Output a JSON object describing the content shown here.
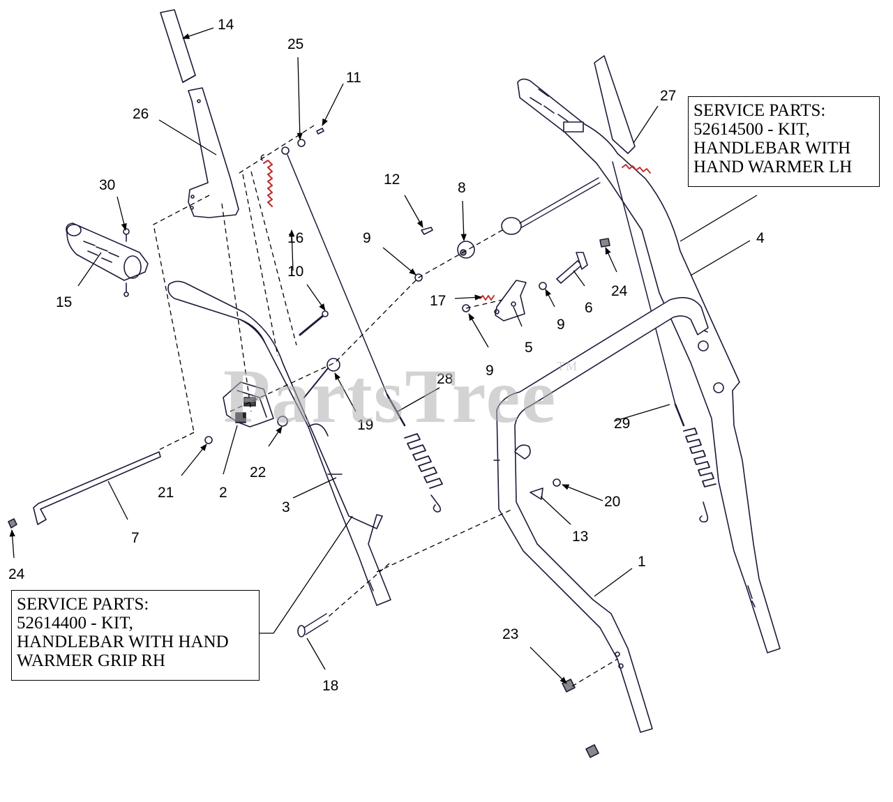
{
  "diagram": {
    "watermark": {
      "text": "PartsTree",
      "tm": "TM"
    },
    "service_box_lh": {
      "lines": [
        "SERVICE PARTS:",
        "52614500 - KIT,",
        "HANDLEBAR WITH",
        "HAND WARMER LH"
      ]
    },
    "service_box_rh": {
      "lines": [
        "SERVICE PARTS:",
        "52614400 - KIT,",
        "HANDLEBAR WITH HAND",
        "WARMER GRIP RH"
      ]
    },
    "callouts": {
      "c1": "1",
      "c2": "2",
      "c3": "3",
      "c4": "4",
      "c5": "5",
      "c6": "6",
      "c7": "7",
      "c8": "8",
      "c9a": "9",
      "c9b": "9",
      "c9c": "9",
      "c10": "10",
      "c11": "11",
      "c12": "12",
      "c13": "13",
      "c14": "14",
      "c15": "15",
      "c16": "16",
      "c17": "17",
      "c18": "18",
      "c19": "19",
      "c20": "20",
      "c21": "21",
      "c22": "22",
      "c23": "23",
      "c24a": "24",
      "c24b": "24",
      "c25": "25",
      "c26": "26",
      "c27": "27",
      "c28": "28",
      "c29": "29",
      "c30": "30"
    }
  }
}
